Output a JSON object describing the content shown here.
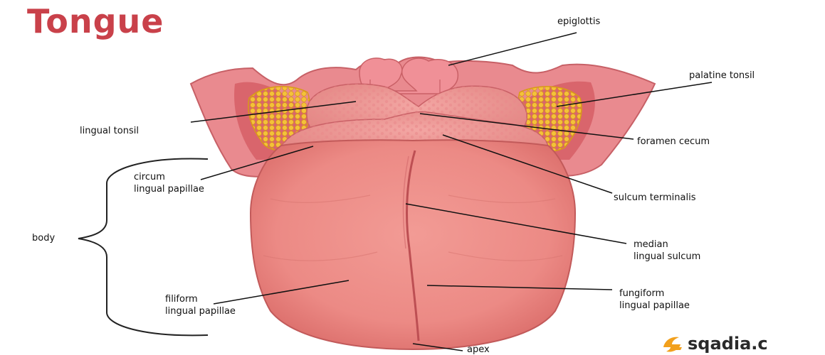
{
  "title": "Tongue",
  "labels": {
    "epiglottis": "epiglottis",
    "palatine_tonsil": "palatine tonsil",
    "lingual_tonsil": "lingual tonsil",
    "foramen_cecum": "foramen cecum",
    "circum_line1": "circum",
    "circum_line2": "lingual papillae",
    "sulcum_terminalis": "sulcum terminalis",
    "body": "body",
    "median_line1": "median",
    "median_line2": "lingual sulcum",
    "filiform_line1": "filiform",
    "filiform_line2": "lingual papillae",
    "fungiform_line1": "fungiform",
    "fungiform_line2": "lingual papillae",
    "apex": "apex"
  },
  "logo": {
    "text": "sqadia.c",
    "icon": "sqadia-logo-icon"
  },
  "colors": {
    "title": "#c9414a",
    "tongue": "#ee8f8a",
    "tongue_dark": "#d2605d",
    "mouth": "#e98a8f",
    "tonsil": "#f0b92a",
    "logo_orange": "#f2a01c"
  }
}
